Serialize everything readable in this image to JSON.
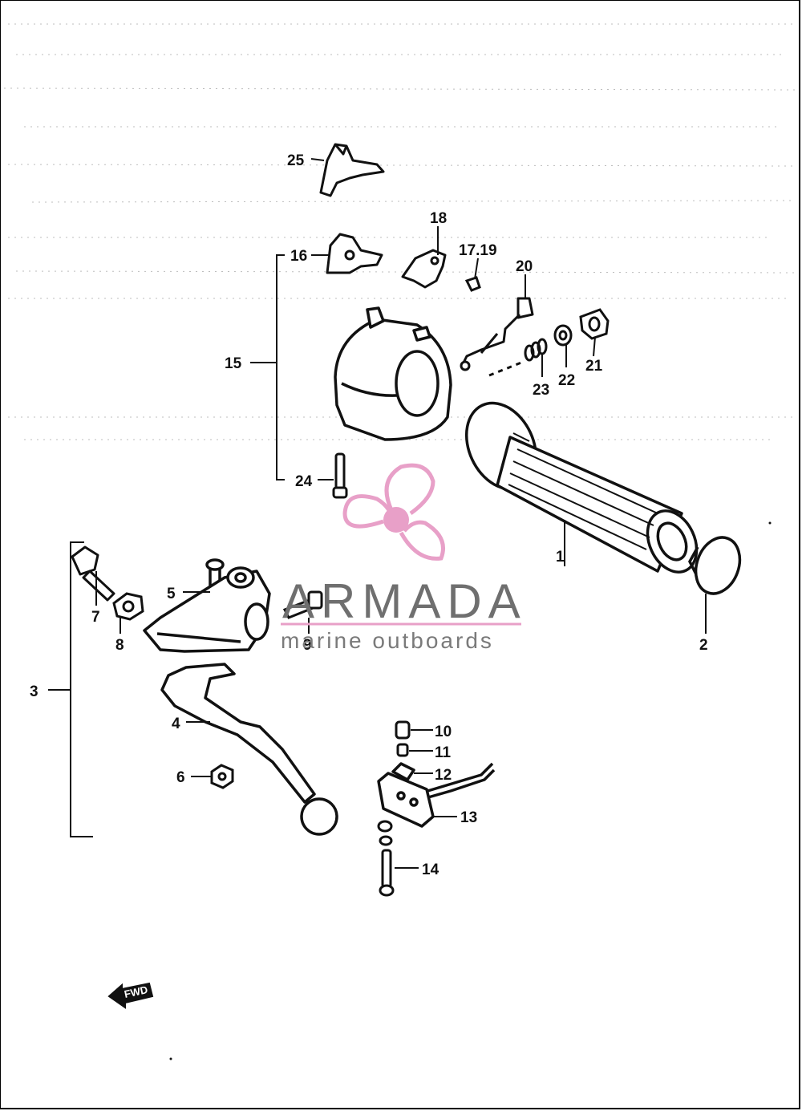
{
  "callouts": [
    {
      "id": "c1",
      "label": "1"
    },
    {
      "id": "c2",
      "label": "2"
    },
    {
      "id": "c3",
      "label": "3"
    },
    {
      "id": "c4",
      "label": "4"
    },
    {
      "id": "c5",
      "label": "5"
    },
    {
      "id": "c6",
      "label": "6"
    },
    {
      "id": "c7",
      "label": "7"
    },
    {
      "id": "c8",
      "label": "8"
    },
    {
      "id": "c9",
      "label": "9"
    },
    {
      "id": "c10",
      "label": "10"
    },
    {
      "id": "c11",
      "label": "11"
    },
    {
      "id": "c12",
      "label": "12"
    },
    {
      "id": "c13",
      "label": "13"
    },
    {
      "id": "c14",
      "label": "14"
    },
    {
      "id": "c15",
      "label": "15"
    },
    {
      "id": "c16",
      "label": "16"
    },
    {
      "id": "c17_19",
      "label": "17.19"
    },
    {
      "id": "c18",
      "label": "18"
    },
    {
      "id": "c20",
      "label": "20"
    },
    {
      "id": "c21",
      "label": "21"
    },
    {
      "id": "c22",
      "label": "22"
    },
    {
      "id": "c23",
      "label": "23"
    },
    {
      "id": "c24",
      "label": "24"
    },
    {
      "id": "c25",
      "label": "25"
    }
  ],
  "watermark": {
    "brand": "ARMADA",
    "tagline": "marine outboards",
    "accent_color": "#e8a0c8",
    "text_color": "#707070"
  },
  "direction_badge": {
    "label": "FWD",
    "icon": "forward-arrow-icon"
  }
}
